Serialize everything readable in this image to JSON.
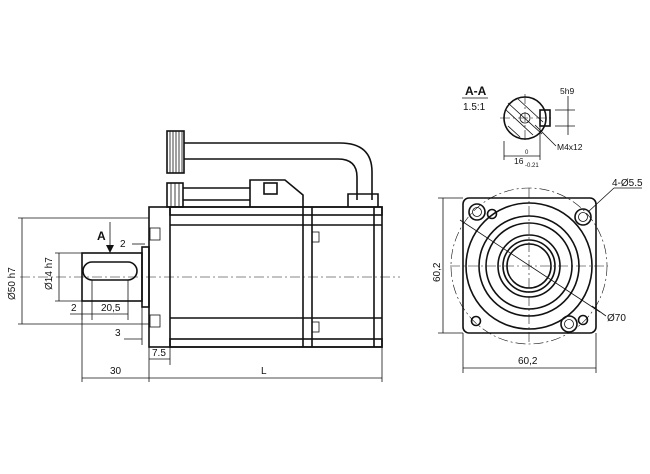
{
  "section": {
    "title": "A-A",
    "scale": "1.5:1",
    "keyway": "5h9",
    "thread": "M4x12",
    "width_dim": "16",
    "tol_upper": "0",
    "tol_lower": "-0.21"
  },
  "side_view": {
    "shaft_diameter": "Ø14 h7",
    "pilot_diameter": "Ø50 h7",
    "section_mark": "A",
    "key_offset_top": "2",
    "key_offset_left": "2",
    "key_length": "20,5",
    "flange_gap": "3",
    "flange_thickness": "7.5",
    "shaft_length": "30",
    "body_length": "L"
  },
  "front_view": {
    "holes": "4-Ø5.5",
    "bolt_circle": "Ø70",
    "height": "60,2",
    "width": "60,2"
  }
}
